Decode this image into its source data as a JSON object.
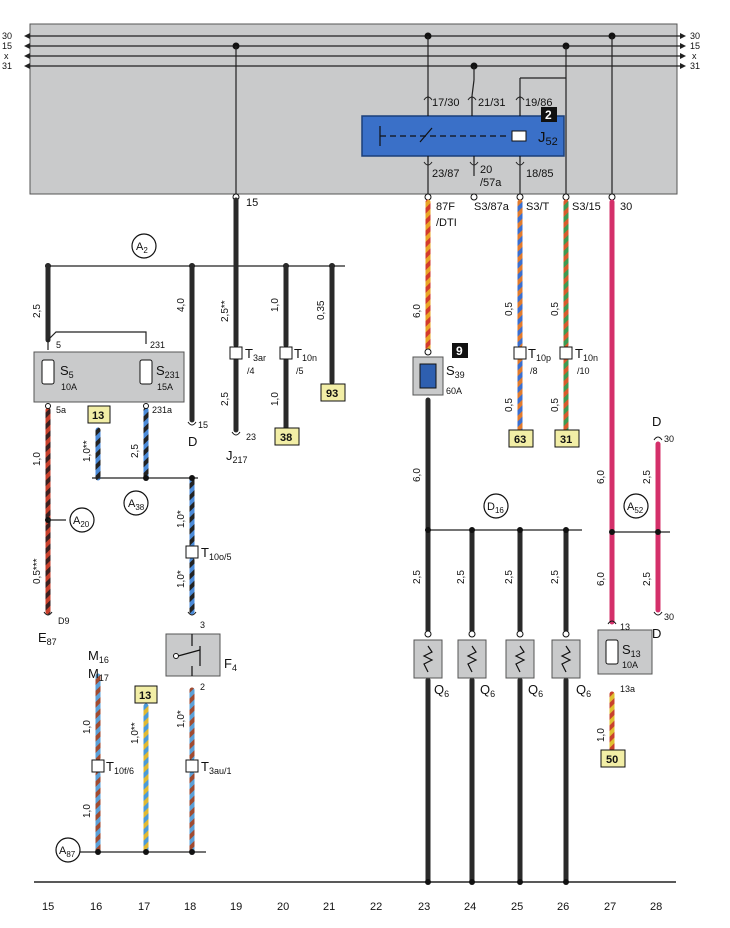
{
  "bus": {
    "left_labels": [
      "30",
      "15",
      "x",
      "31"
    ],
    "right_labels": [
      "30",
      "15",
      "x",
      "31"
    ]
  },
  "relay": {
    "badge": "2",
    "name_main": "J",
    "name_sub": "52",
    "pins_top": [
      "17/30",
      "21/31",
      "19/86"
    ],
    "pins_bottom": [
      "23/87",
      "20",
      "/57a",
      "18/85"
    ]
  },
  "box_outputs": {
    "p15": "15",
    "p87f": "87F",
    "p87f_sub": "/DTI",
    "s3_87a": "S3/87a",
    "s3_t": "S3/T",
    "s3_15": "S3/15",
    "p30": "30"
  },
  "connectors": {
    "a2": {
      "main": "A",
      "sub": "2"
    },
    "a38": {
      "main": "A",
      "sub": "38"
    },
    "a20": {
      "main": "A",
      "sub": "20"
    },
    "a87": {
      "main": "A",
      "sub": "87"
    },
    "d16": {
      "main": "D",
      "sub": "16"
    },
    "a52": {
      "main": "A",
      "sub": "52"
    }
  },
  "fuses": {
    "s5": {
      "main": "S",
      "sub": "5",
      "rating": "10A",
      "pin_top": "5",
      "pin_bottom": "5a"
    },
    "s231": {
      "main": "S",
      "sub": "231",
      "rating": "15A",
      "pin_top": "231",
      "pin_bottom": "231a"
    },
    "s39": {
      "main": "S",
      "sub": "39",
      "rating": "60A",
      "badge": "9"
    },
    "s13": {
      "main": "S",
      "sub": "13",
      "rating": "10A",
      "pin_top": "13",
      "pin_bottom": "13a"
    }
  },
  "terminals": {
    "t3ar": {
      "main": "T",
      "sub": "3ar",
      "pin": "/4"
    },
    "t10n5": {
      "main": "T",
      "sub": "10n",
      "pin": "/5"
    },
    "t10o": {
      "main": "T",
      "sub": "10o/5"
    },
    "t10p": {
      "main": "T",
      "sub": "10p",
      "pin": "/8"
    },
    "t10n10": {
      "main": "T",
      "sub": "10n",
      "pin": "/10"
    },
    "t10f": {
      "main": "T",
      "sub": "10f/6"
    },
    "t3au": {
      "main": "T",
      "sub": "3au/1"
    }
  },
  "refs": {
    "r93": "93",
    "r38": "38",
    "r13a": "13",
    "r13b": "13",
    "r63": "63",
    "r31": "31",
    "r50": "50"
  },
  "wire_sizes": {
    "w1": "2,5",
    "w2": "4,0",
    "w3": "2,5**",
    "w4": "1,0",
    "w5": "0,35",
    "w6": "6,0",
    "w7": "0,5",
    "w8": "0,5",
    "w9": "2,5",
    "w10": "1,0",
    "w11": "0,5",
    "w12": "0,5",
    "w13": "1,0",
    "w14": "1,0**",
    "w15": "2,5",
    "w16": "0,5***",
    "w17": "1,0*",
    "w18": "1,0*",
    "w19": "6,0",
    "w20": "2,5",
    "w21": "2,5",
    "w22": "2,5",
    "w23": "2,5",
    "w24": "6,0",
    "w25": "2,5",
    "w26": "6,0",
    "w27": "2,5",
    "w28": "1,0",
    "w29": "1,0**",
    "w30": "1,0*",
    "w31": "1,0",
    "w32": "1,0"
  },
  "labels": {
    "d15_pin": "15",
    "d15": "D",
    "j217_pin": "23",
    "j217_main": "J",
    "j217_sub": "217",
    "e87_pin": "D9",
    "e87_main": "E",
    "e87_sub": "87",
    "f4_main": "F",
    "f4_sub": "4",
    "f4_pin_top": "3",
    "f4_pin_bottom": "2",
    "m16_main": "M",
    "m16_sub": "16",
    "m17_main": "M",
    "m17_sub": "17",
    "q6_main": "Q",
    "q6_sub": "6",
    "d30_top": "D",
    "d30_top_pin": "30",
    "d30_bottom": "D",
    "d30_bottom_pin": "30"
  },
  "columns": [
    "15",
    "16",
    "17",
    "18",
    "19",
    "20",
    "21",
    "22",
    "23",
    "24",
    "25",
    "26",
    "27",
    "28"
  ]
}
